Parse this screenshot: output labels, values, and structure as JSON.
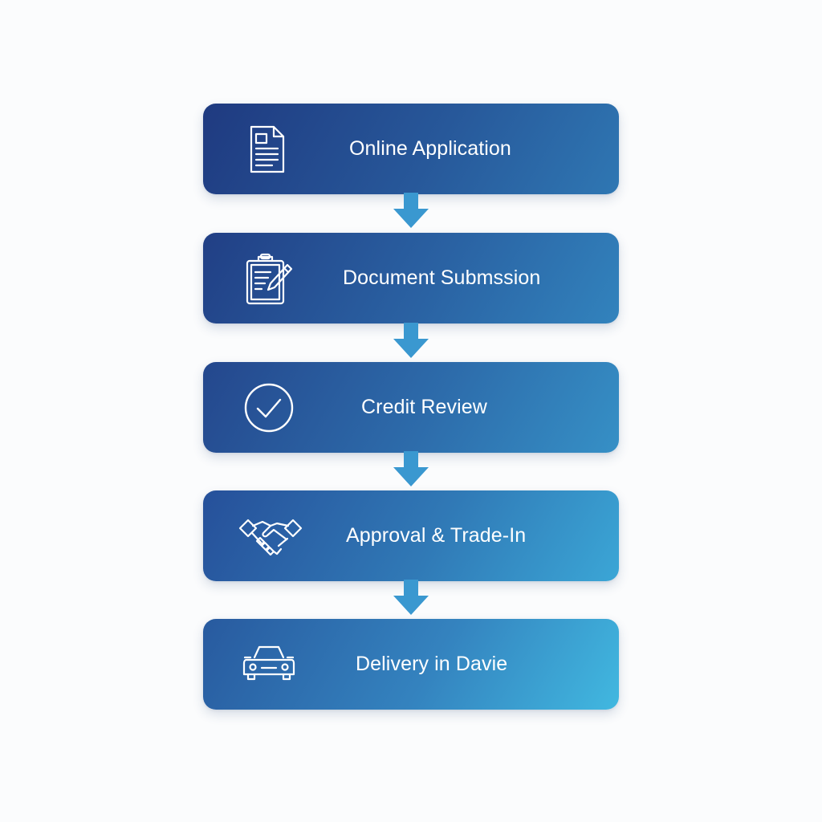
{
  "flow": {
    "steps": [
      {
        "label": "Online Application",
        "icon": "document-icon"
      },
      {
        "label": "Document Submssion",
        "icon": "clipboard-pen-icon"
      },
      {
        "label": "Credit Review",
        "icon": "checkmark-circle-icon"
      },
      {
        "label": "Approval & Trade-In",
        "icon": "handshake-icon"
      },
      {
        "label": "Delivery in Davie",
        "icon": "car-icon"
      }
    ],
    "connector_icon": "arrow-down-icon"
  },
  "colors": {
    "background": "#fbfcfd",
    "step_gradient_start": "#1f3a80",
    "step_gradient_end": "#41b8e0",
    "connector": "#3a98d0",
    "text": "#ffffff"
  }
}
